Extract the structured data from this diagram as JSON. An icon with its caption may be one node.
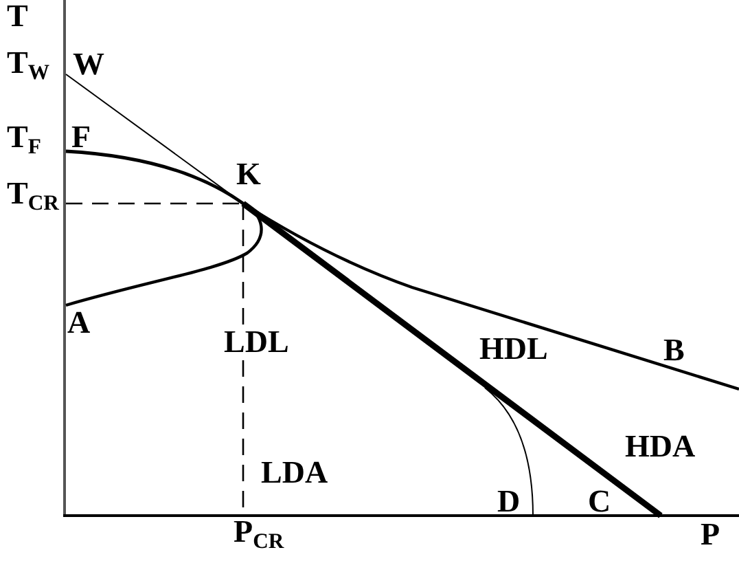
{
  "diagram": {
    "labels": [
      "T",
      "T$_{W}$",
      "W",
      "T$_{F}$",
      "F",
      "T$_{CR}$",
      "K",
      "A",
      "LDL",
      "HDL",
      "B",
      "HDA",
      "LDA",
      "D",
      "C",
      "P$_{CR}$",
      "P"
    ]
  }
}
